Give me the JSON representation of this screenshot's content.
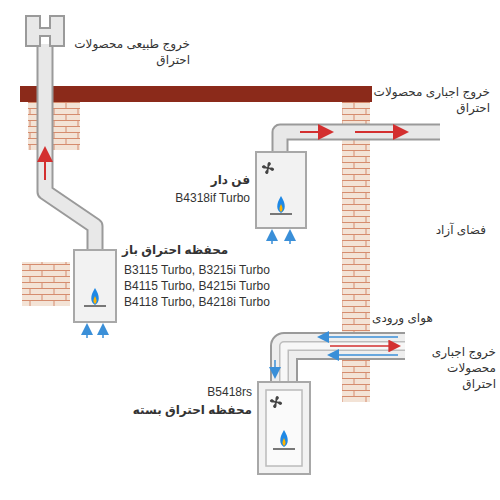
{
  "diagram": {
    "labels": [
      "خروج طبیعی محصولات احتراق",
      "خروج اجباری محصولات احتراق",
      "فن دار",
      "B4318if Turbo",
      "فضای آزاد",
      "محفظه احتراق باز",
      "B3115 Turbo, B3215i Turbo B4115 Turbo, B4215i Turbo B4118 Turbo, B4218i Turbo",
      "هوای ورودی",
      "خروج اجباری محصولات احتراق",
      "B5418rs",
      "محفظه احتراق بسته"
    ]
  }
}
